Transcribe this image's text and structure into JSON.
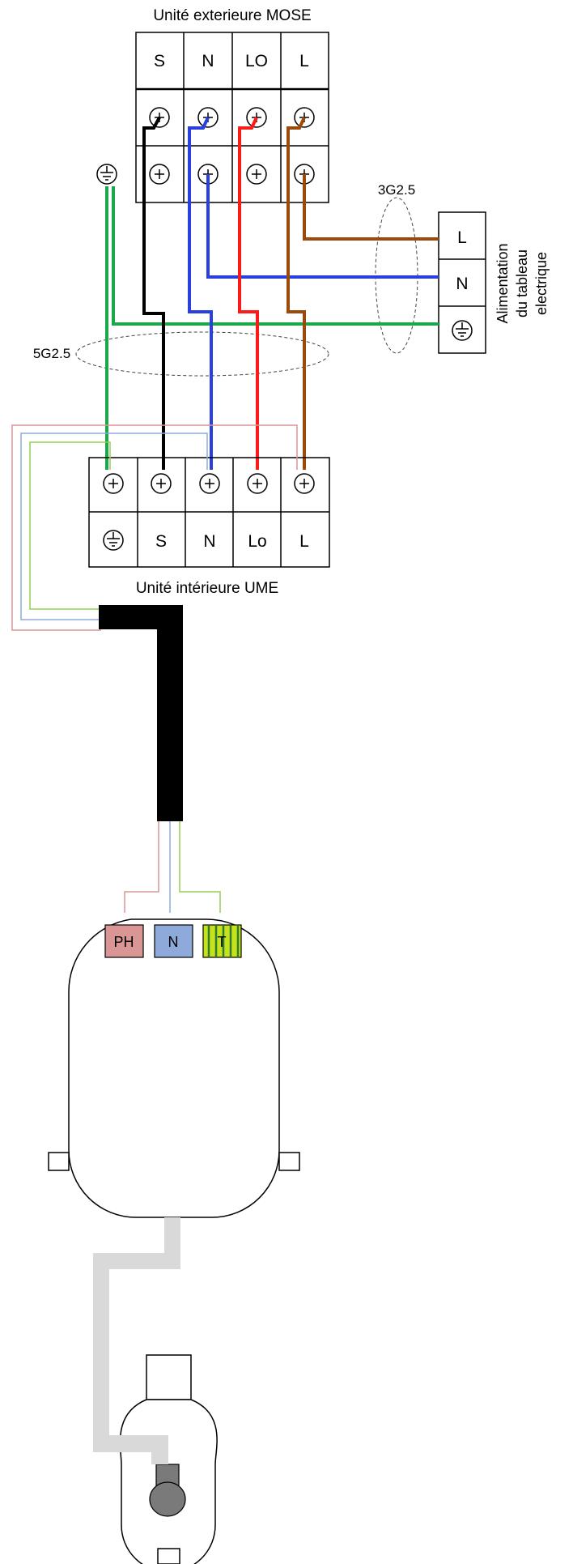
{
  "outdoor_unit": {
    "title": "Unité exterieure MOSE",
    "terminals": [
      "S",
      "N",
      "LO",
      "L"
    ]
  },
  "indoor_unit": {
    "title": "Unité intérieure UME",
    "terminals": [
      "⏚",
      "S",
      "N",
      "Lo",
      "L"
    ]
  },
  "supply": {
    "terminals": [
      "L",
      "N",
      "⏚"
    ],
    "label_lines": [
      "Alimentation",
      "du tableau",
      "electrique"
    ]
  },
  "cables": {
    "supply_cable": "3G2.5",
    "link_cable": "5G2.5"
  },
  "motor_connector": {
    "terminals": [
      "PH",
      "N",
      "T"
    ]
  },
  "symbols": {
    "screw": "⊕",
    "earth": "earth-icon"
  },
  "colors": {
    "black_wire": "#000000",
    "blue_wire": "#2a3fe0",
    "red_wire": "#ff1a1a",
    "brown_wire": "#9c4a0c",
    "green_wire": "#19a84a",
    "ph_fill": "#d99694",
    "n_fill": "#8eaadb",
    "t_fill": "#c6e21a",
    "conduit": "#d9d9d9"
  }
}
